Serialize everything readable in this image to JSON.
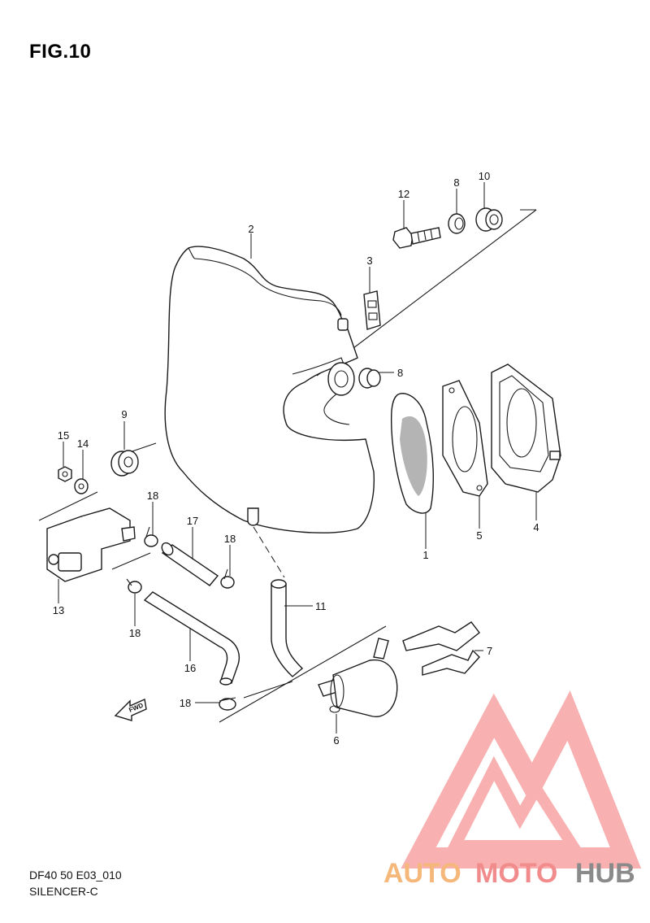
{
  "header": {
    "title": "FIG.10"
  },
  "footer": {
    "model_code": "DF40 50 E03_010",
    "section_name": "SILENCER-C"
  },
  "callouts": [
    "1",
    "2",
    "3",
    "4",
    "5",
    "6",
    "7",
    "8",
    "8",
    "9",
    "10",
    "11",
    "12",
    "13",
    "14",
    "15",
    "16",
    "17",
    "18",
    "18",
    "18",
    "18"
  ],
  "direction_label": "FWD",
  "watermark": {
    "text_a": "AUTO",
    "text_b": "MOTO",
    "text_c": "HUB",
    "colors": {
      "auto": "#f5b87a",
      "moto": "#f28b8b",
      "hub": "#8a8a8a",
      "logo": "#f7a3a3"
    }
  }
}
